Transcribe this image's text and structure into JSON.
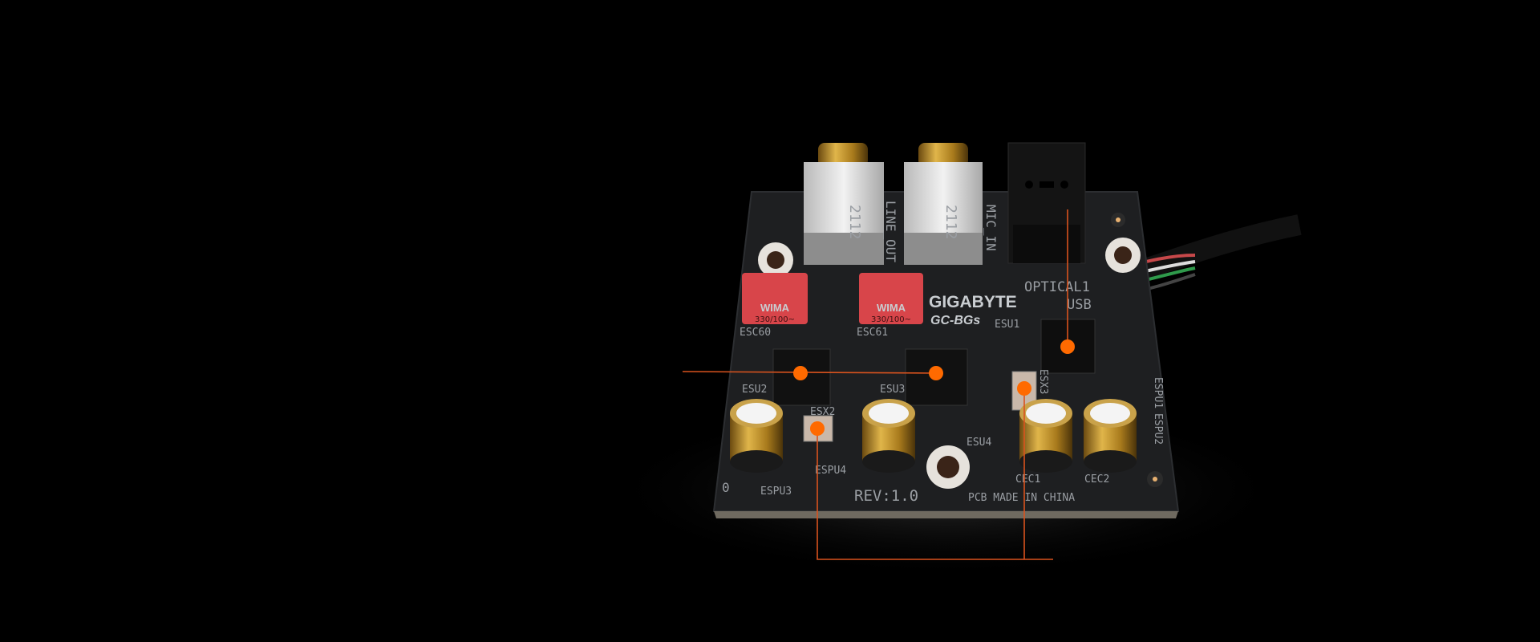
{
  "product": {
    "brand": "GIGABYTE",
    "model": "GC-BGs",
    "revision": "REV:1.0",
    "origin": "PCB MADE IN CHINA"
  },
  "silkscreen": {
    "line_out": "LINE_OUT",
    "mic_in": "MIC_IN",
    "optical": "OPTICAL1",
    "usb": "USB",
    "esc60": "ESC60",
    "esc61": "ESC61",
    "esu1": "ESU1",
    "esu2": "ESU2",
    "esu3": "ESU3",
    "esu4": "ESU4",
    "esx2": "ESX2",
    "esx3": "ESX3",
    "espu1": "ESPU1",
    "espu2": "ESPU2",
    "espu3": "ESPU3",
    "espu4": "ESPU4",
    "cec1": "CEC1",
    "cec2": "CEC2",
    "wima": "WIMA",
    "wima_rating": "330/100~",
    "jack_code": "2112",
    "zero": "0"
  },
  "colors": {
    "hotspot": "#ff6a00",
    "leader_line": "#d9531e",
    "pcb": "#1e1f21",
    "background": "#000000"
  },
  "hotspots": [
    {
      "id": "dac-left"
    },
    {
      "id": "dac-right"
    },
    {
      "id": "usb-controller"
    },
    {
      "id": "crystal-espu4"
    },
    {
      "id": "crystal-esx3"
    }
  ]
}
